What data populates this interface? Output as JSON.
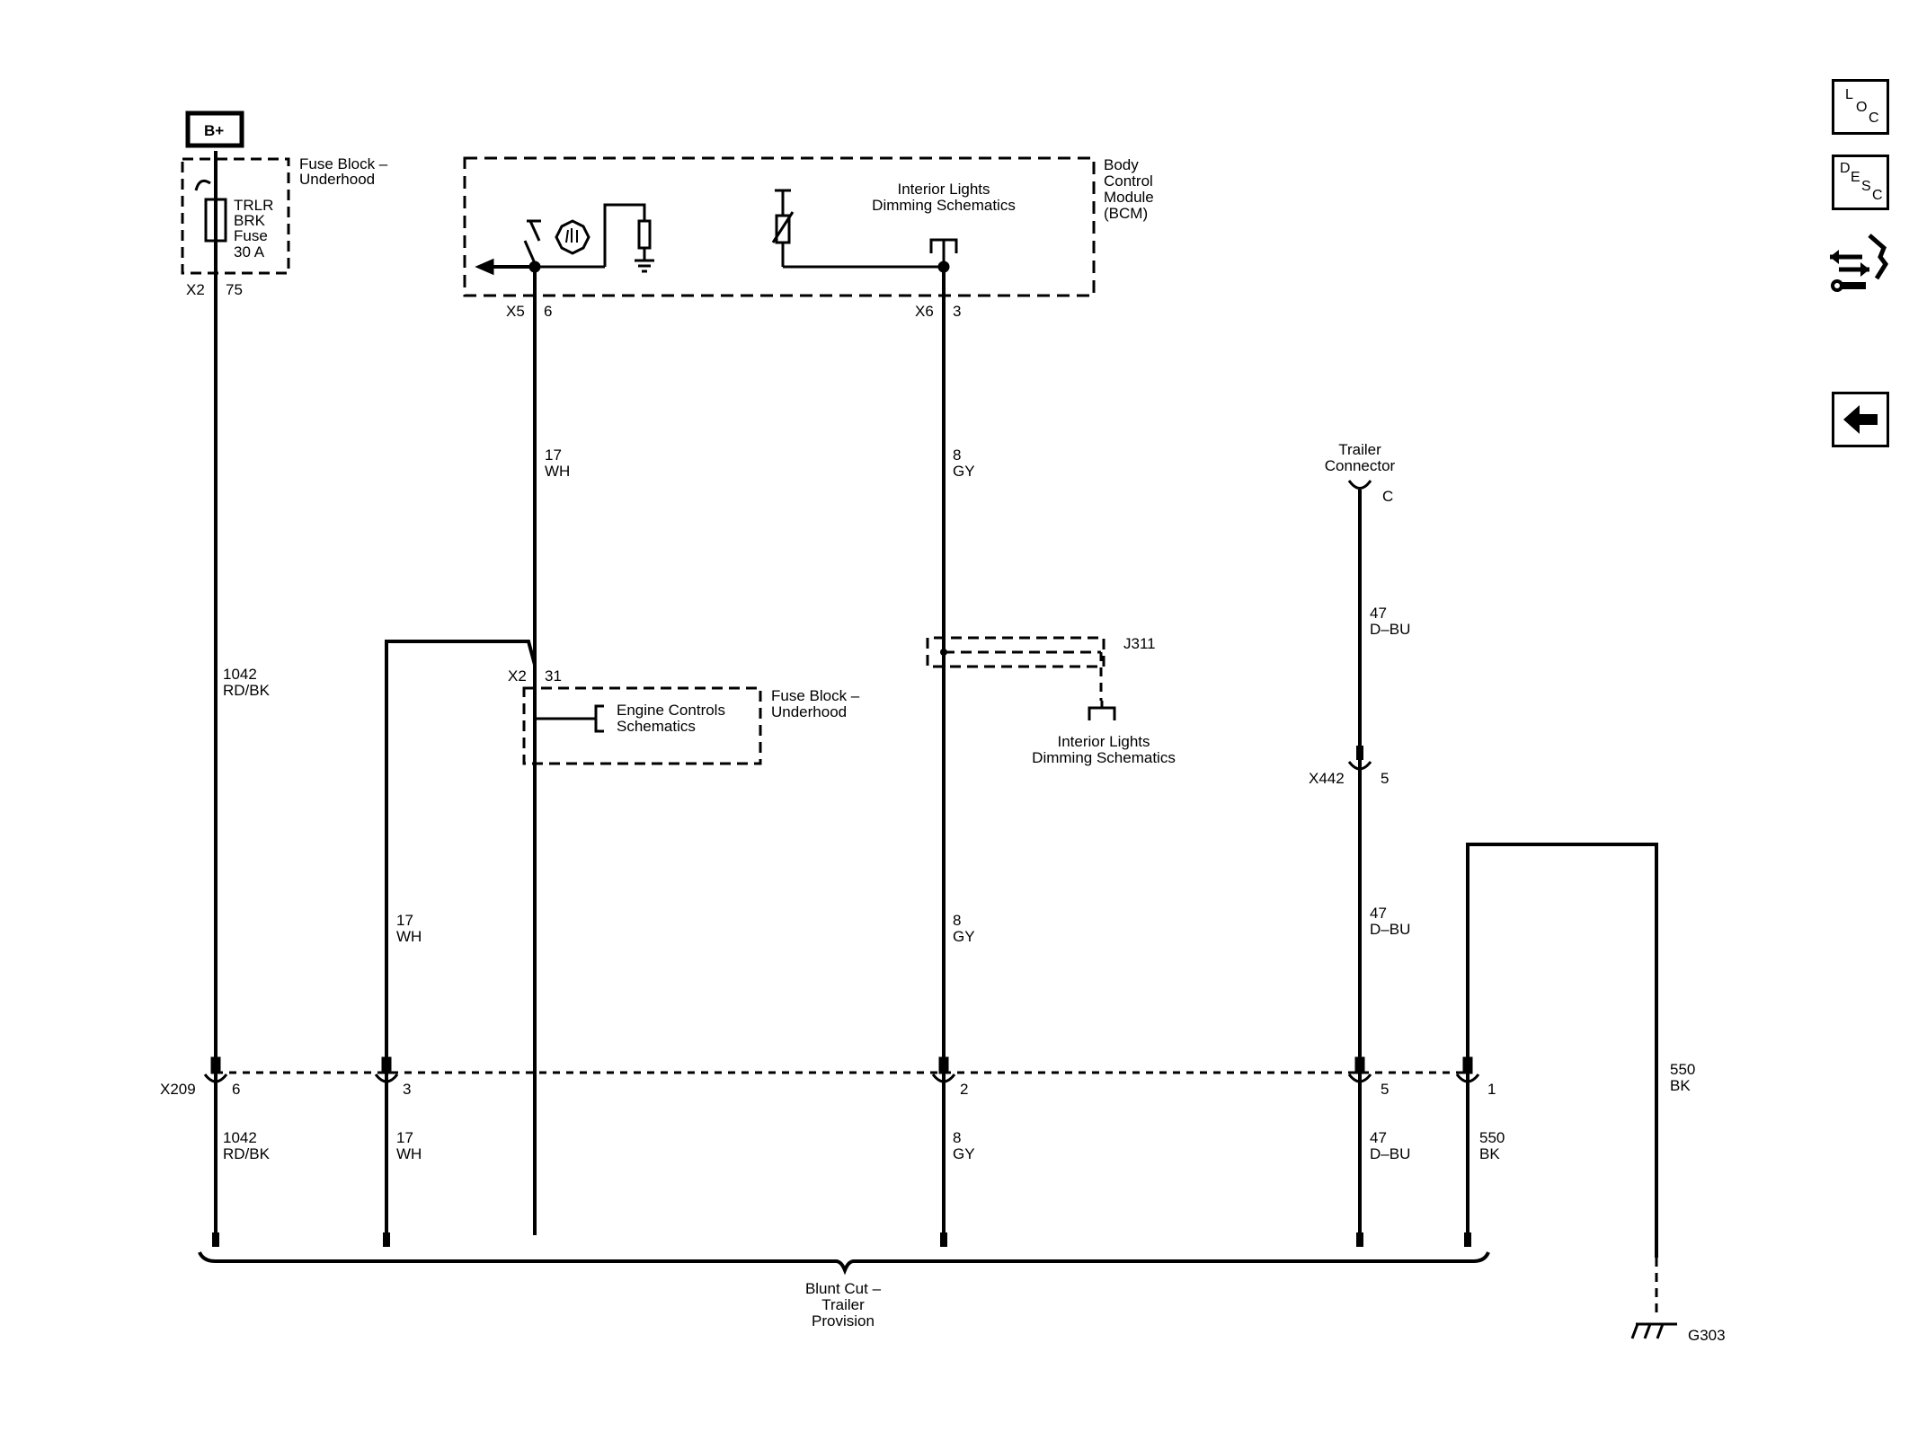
{
  "power": {
    "label": "B+"
  },
  "fuse_block_top": {
    "title_line1": "Fuse Block –",
    "title_line2": "Underhood",
    "fuse_line1": "TRLR",
    "fuse_line2": "BRK",
    "fuse_line3": "Fuse",
    "fuse_line4": "30 A",
    "connector": "X2",
    "pin": "75"
  },
  "bcm": {
    "title_line1": "Body",
    "title_line2": "Control",
    "title_line3": "Module",
    "title_line4": "(BCM)",
    "schematic_ref_line1": "Interior Lights",
    "schematic_ref_line2": "Dimming Schematics",
    "conn_left": "X5",
    "pin_left": "6",
    "conn_right": "X6",
    "pin_right": "3"
  },
  "fuse_block_mid": {
    "title_line1": "Fuse Block –",
    "title_line2": "Underhood",
    "connector": "X2",
    "pin": "31",
    "ref_line1": "Engine Controls",
    "ref_line2": "Schematics"
  },
  "splice": {
    "name": "J311",
    "ref_line1": "Interior Lights",
    "ref_line2": "Dimming Schematics"
  },
  "trailer_connector": {
    "title_line1": "Trailer",
    "title_line2": "Connector",
    "pin": "C"
  },
  "inline_x442": {
    "name": "X442",
    "pin": "5"
  },
  "inline_x209": {
    "name": "X209",
    "pins": [
      "6",
      "3",
      "2",
      "5",
      "1"
    ]
  },
  "wires": {
    "w1042": {
      "circuit": "1042",
      "color": "RD/BK"
    },
    "w17": {
      "circuit": "17",
      "color": "WH"
    },
    "w8": {
      "circuit": "8",
      "color": "GY"
    },
    "w47": {
      "circuit": "47",
      "color": "D–BU"
    },
    "w550": {
      "circuit": "550",
      "color": "BK"
    }
  },
  "blunt_cut": {
    "line1": "Blunt Cut –",
    "line2": "Trailer",
    "line3": "Provision"
  },
  "ground": {
    "label": "G303"
  },
  "nav": {
    "loc_icon": "loc-icon",
    "desc_icon": "desc-icon",
    "diag_icon": "diagnostic-icon",
    "back_icon": "back-arrow-icon"
  }
}
